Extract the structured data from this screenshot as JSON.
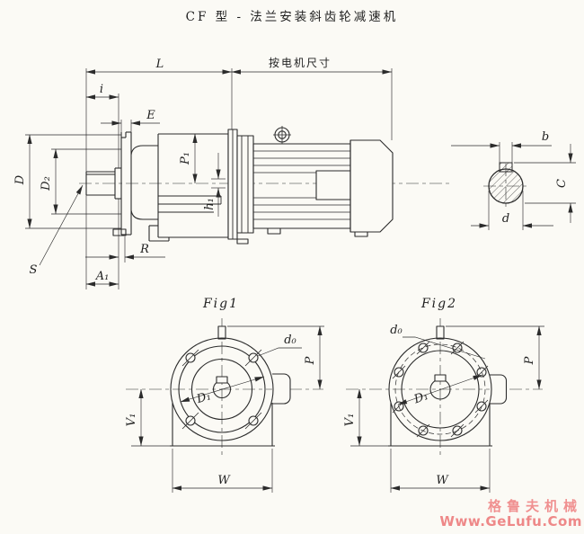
{
  "title": {
    "text": "CF 型 - 法兰安装斜齿轮减速机"
  },
  "side_view": {
    "dim_L": "L",
    "dim_motor": "按电机尺寸",
    "dim_i": "i",
    "dim_E": "E",
    "dim_P1": "P₁",
    "dim_h1": "h₁",
    "dim_D": "D",
    "dim_D2": "D₂",
    "dim_S": "S",
    "dim_R": "R",
    "dim_A1": "A₁"
  },
  "shaft_section": {
    "dim_b": "b",
    "dim_C": "C",
    "dim_d": "d"
  },
  "fig1": {
    "caption": "Fig1",
    "dim_d0": "d₀",
    "dim_P": "P",
    "dim_D1": "D₁",
    "dim_V1": "V₁",
    "dim_W": "W"
  },
  "fig2": {
    "caption": "Fig2",
    "dim_d0": "d₀",
    "dim_P": "P",
    "dim_D1": "D₁",
    "dim_V1": "V₁",
    "dim_W": "W"
  },
  "watermark": {
    "line1": "格鲁夫机械",
    "line2": "Www.GeLufu.Com",
    "color": "#f09090"
  },
  "colors": {
    "background": "#fbfaf5",
    "line": "#2b2b2b"
  }
}
